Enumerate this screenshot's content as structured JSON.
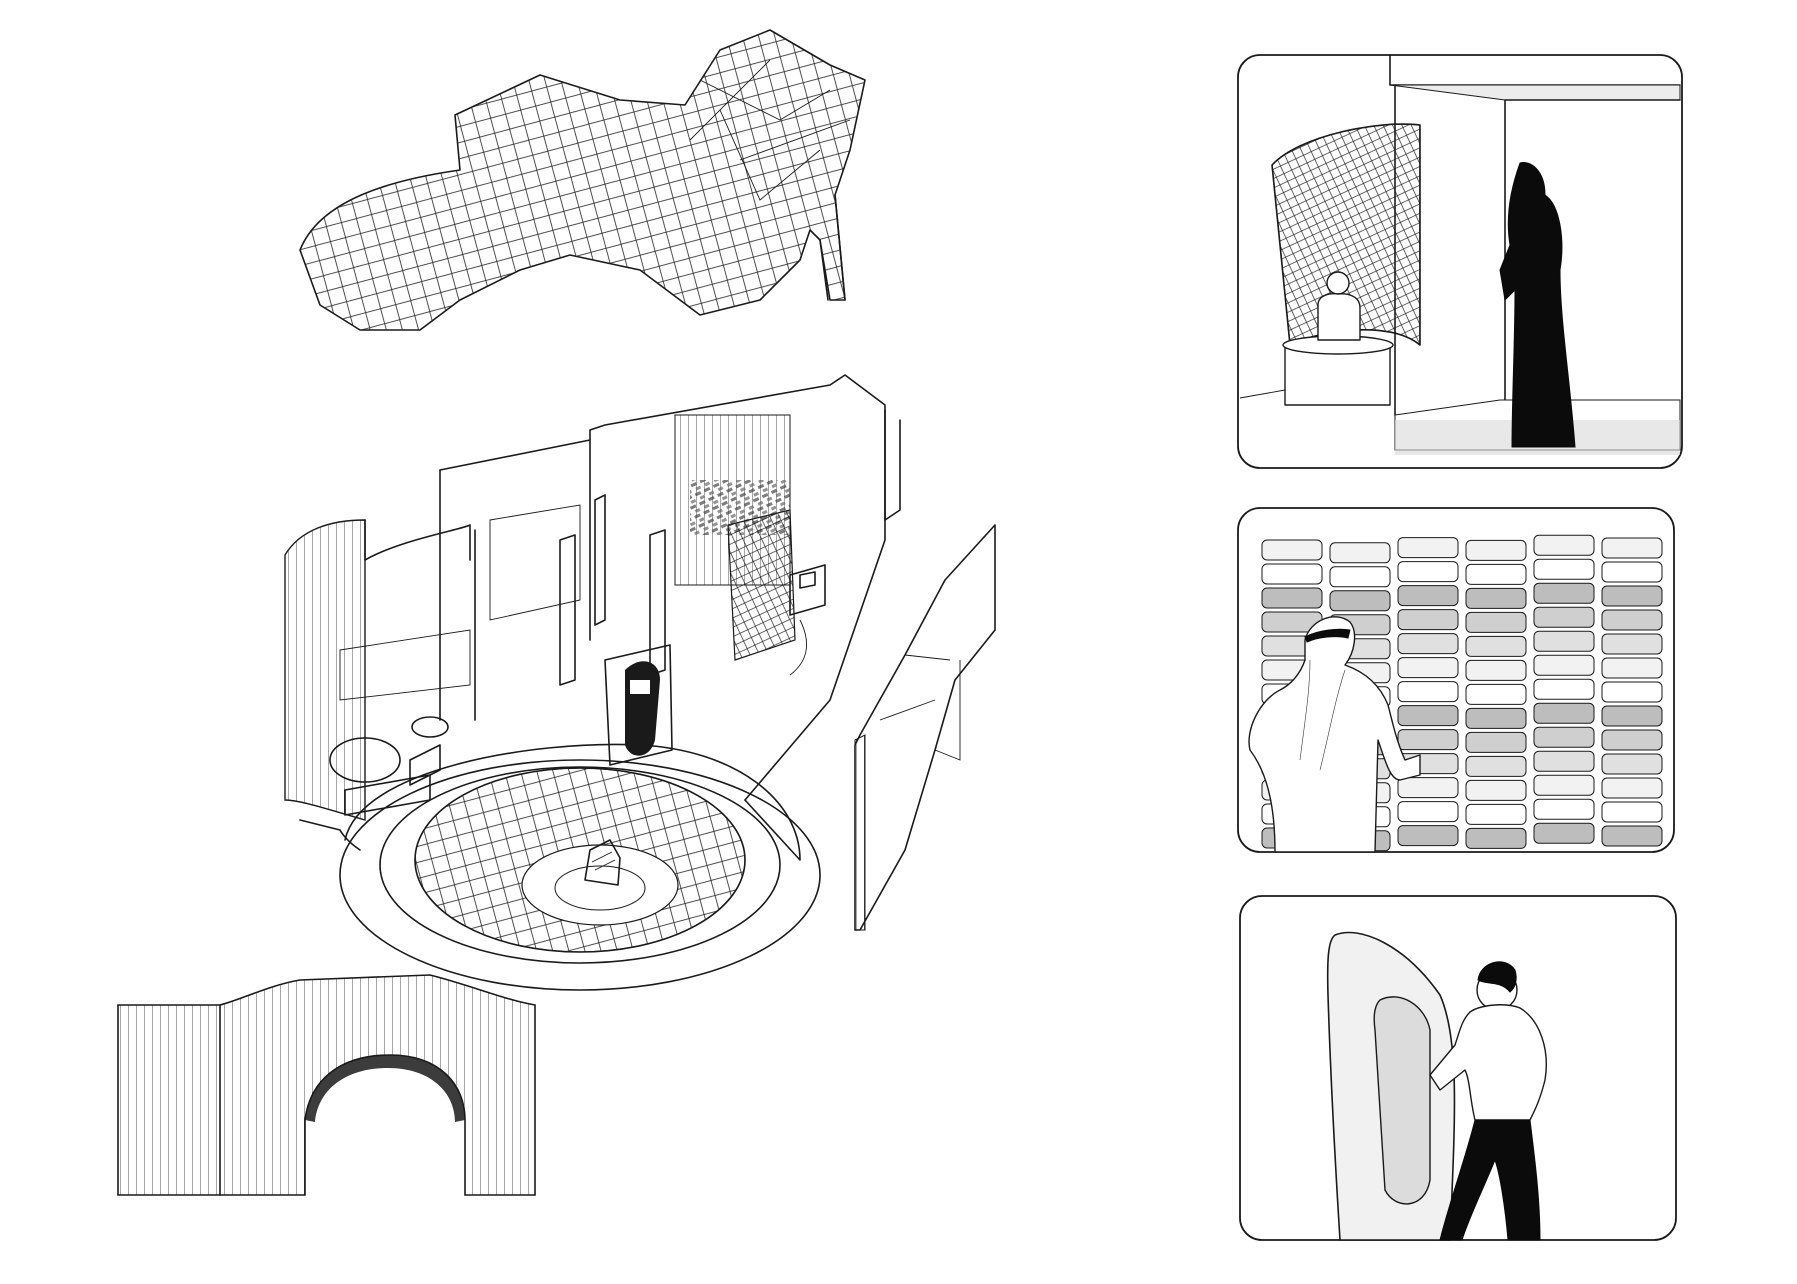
{
  "drawing": {
    "views": [
      {
        "id": "canopy",
        "kind": "faceted-canopy"
      },
      {
        "id": "booth",
        "kind": "exploded-axonometric-booth"
      },
      {
        "id": "side-panel",
        "kind": "ribbed-side-panel"
      },
      {
        "id": "arch-wall",
        "kind": "ribbed-arch-wall"
      }
    ],
    "vignettes": [
      {
        "id": "reception",
        "kind": "reception-desk-scene"
      },
      {
        "id": "display-wall",
        "kind": "tile-wall-scene"
      },
      {
        "id": "kiosk",
        "kind": "interactive-kiosk-scene"
      }
    ],
    "tile_wall": {
      "columns": 6,
      "rows": 13,
      "shades": [
        "#f2f2f2",
        "#e0e0e0",
        "#cfcfcf",
        "#bdbdbd",
        "#ffffff"
      ]
    },
    "colors": {
      "line": "#1a1a1a",
      "silhouette": "#0b0b0b",
      "panel_fill": "#ececec",
      "screen_fill": "#dcdcdc"
    }
  }
}
